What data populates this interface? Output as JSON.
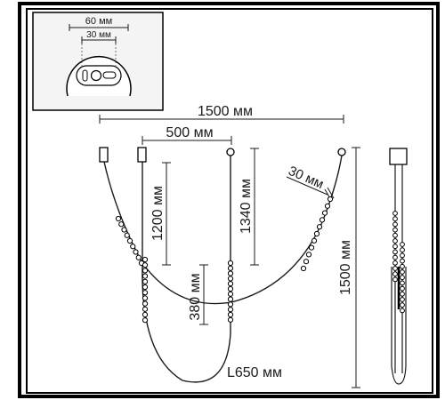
{
  "inset": {
    "outer_width": "60 мм",
    "inner_width": "30 мм"
  },
  "dimensions": {
    "span_total": "1500 мм",
    "mount_spacing": "500 мм",
    "drop_1200": "1200 мм",
    "drop_1340": "1340 мм",
    "bead_section": "30 мм",
    "loop_380": "380 мм",
    "height_total": "1500 мм",
    "loop_length": "L650 мм"
  },
  "colors": {
    "line": "#1a1a1a",
    "frame": "#000000",
    "inset_fill": "#f4f4f4"
  }
}
